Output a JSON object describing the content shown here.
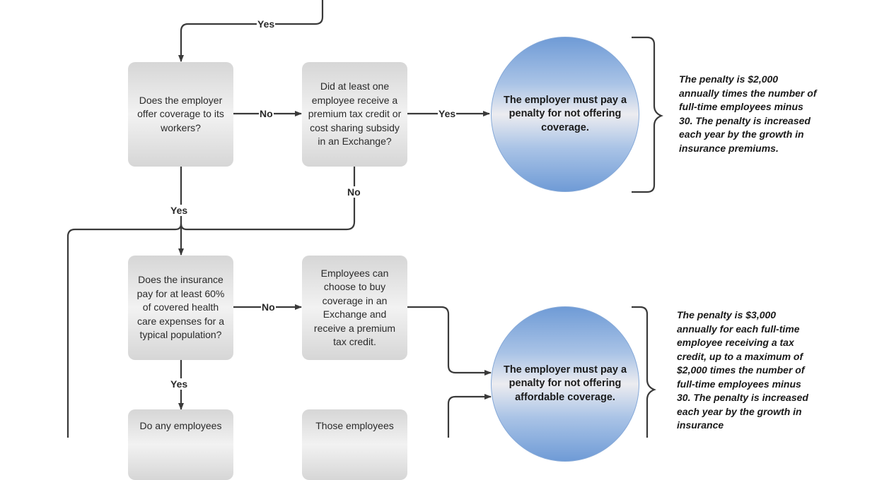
{
  "diagram": {
    "nodes": {
      "q_offer": "Does the employer offer coverage to its workers?",
      "q_credit": "Did at least one employee receive a premium tax credit or cost sharing subsidy in an Exchange?",
      "r_no_coverage": "The employer must pay a penalty for not offering coverage.",
      "q_60pct": "Does the insurance pay for at least 60% of covered health care expenses for a typical population?",
      "a_exchange": "Employees can choose to buy coverage in an Exchange and receive a premium tax credit.",
      "r_unaffordable": "The employer must pay a penalty for not offering affordable coverage.",
      "q_any_employees": "Do any employees",
      "a_those_employees": "Those employees"
    },
    "notes": {
      "penalty_2000": "The penalty is $2,000 annually times the number of full-time employees minus 30. The penalty is increased each year by the growth in insurance premiums.",
      "penalty_3000": "The penalty is $3,000 annually for each full-time employee receiving a tax credit, up to a maximum of $2,000 times the number of full-time employees minus 30. The penalty is increased each year by the growth in insurance"
    },
    "edge_labels": {
      "top_yes": "Yes",
      "offer_no": "No",
      "credit_yes": "Yes",
      "credit_no": "No",
      "offer_yes": "Yes",
      "pct_no": "No",
      "pct_yes": "Yes"
    },
    "colors": {
      "line": "#3a3a3a",
      "box": "#e4e4e4",
      "circle": "#8fb0de"
    }
  }
}
